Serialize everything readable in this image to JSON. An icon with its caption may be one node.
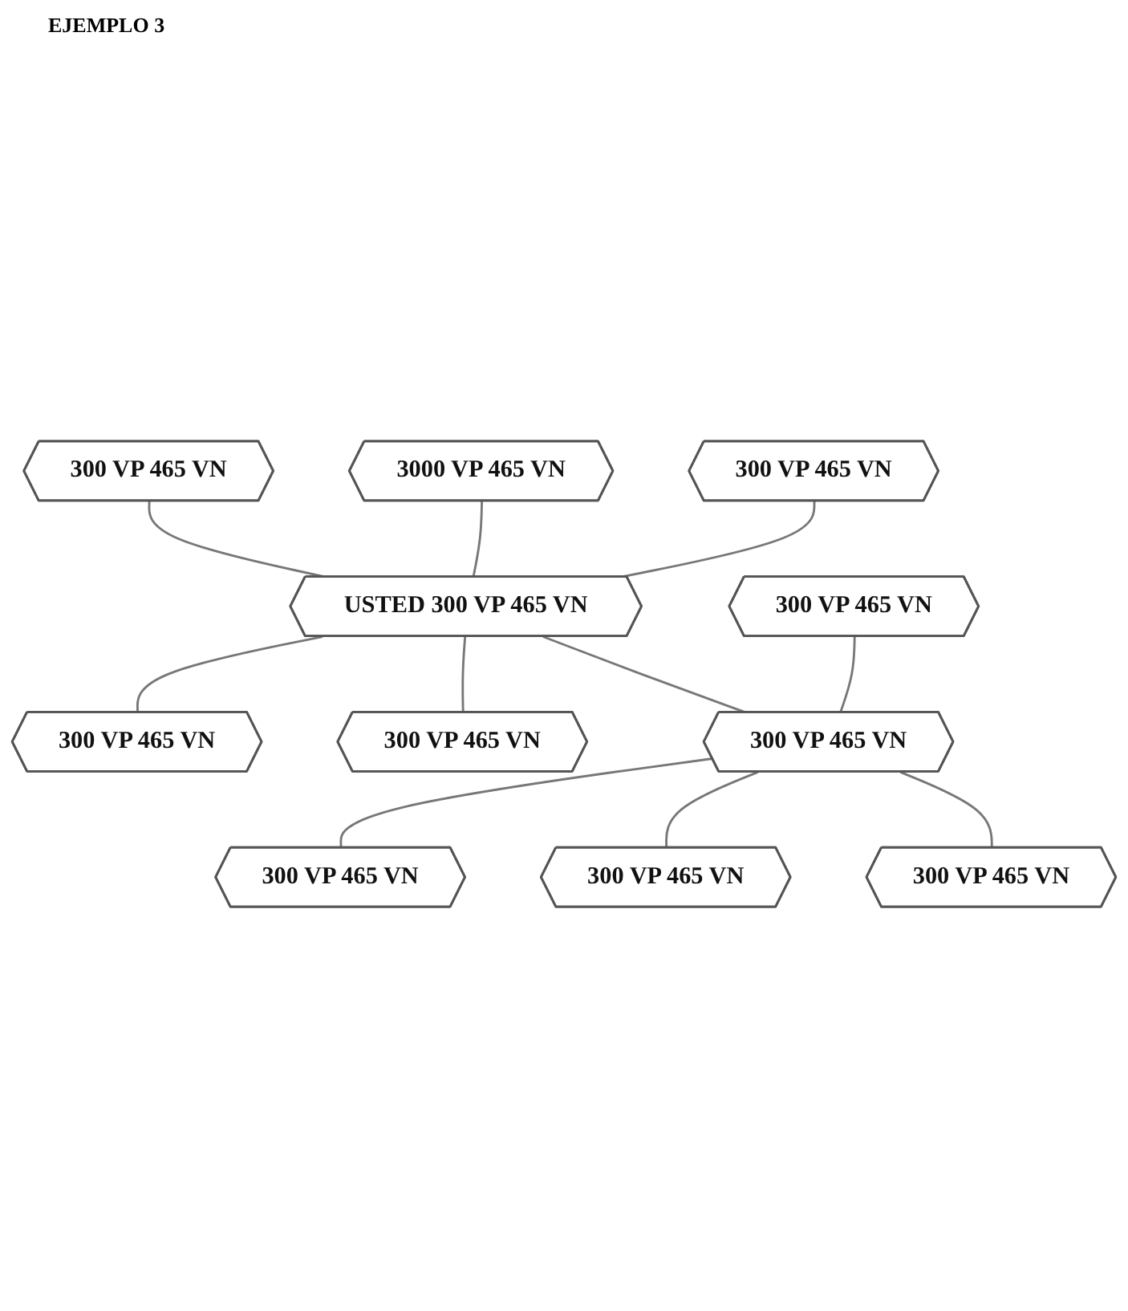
{
  "diagram": {
    "nodes": [
      {
        "text": [
          "300 VP 465 VN"
        ]
      },
      {
        "text": [
          "3000 VP 465 VN"
        ]
      },
      {
        "text": [
          "300 VP 465 VN"
        ]
      },
      {
        "text": [
          "USTED 300 VP 465 VN"
        ]
      },
      {
        "text": [
          "300 VP 465 VN"
        ]
      },
      {
        "text": [
          "300 VP 465 VN"
        ]
      },
      {
        "text": [
          "300 VP 465 VN"
        ]
      },
      {
        "text": [
          "300 VP 465 VN"
        ]
      },
      {
        "text": [
          "300 VP 465 VN"
        ]
      },
      {
        "text": [
          "300 VP 465 VN"
        ]
      },
      {
        "text": [
          "300 VP 465 VN"
        ]
      }
    ],
    "edges": [
      {
        "from": 0,
        "to": 3,
        "arrow": "none"
      },
      {
        "from": 1,
        "to": 3,
        "arrow": "none"
      },
      {
        "from": 2,
        "to": 3,
        "arrow": "none"
      },
      {
        "from": 3,
        "to": 4,
        "arrow": "none"
      },
      {
        "from": 3,
        "to": 5,
        "arrow": "none"
      },
      {
        "from": 3,
        "to": 7,
        "arrow": "none"
      },
      {
        "from": 6,
        "to": 7,
        "arrow": "none"
      },
      {
        "from": 7,
        "to": 8,
        "arrow": "none"
      },
      {
        "from": 7,
        "to": 9,
        "arrow": "none"
      },
      {
        "from": 7,
        "to": 10,
        "arrow": "none"
      }
    ],
    "labels": [
      "EJEMPLO 3"
    ]
  }
}
